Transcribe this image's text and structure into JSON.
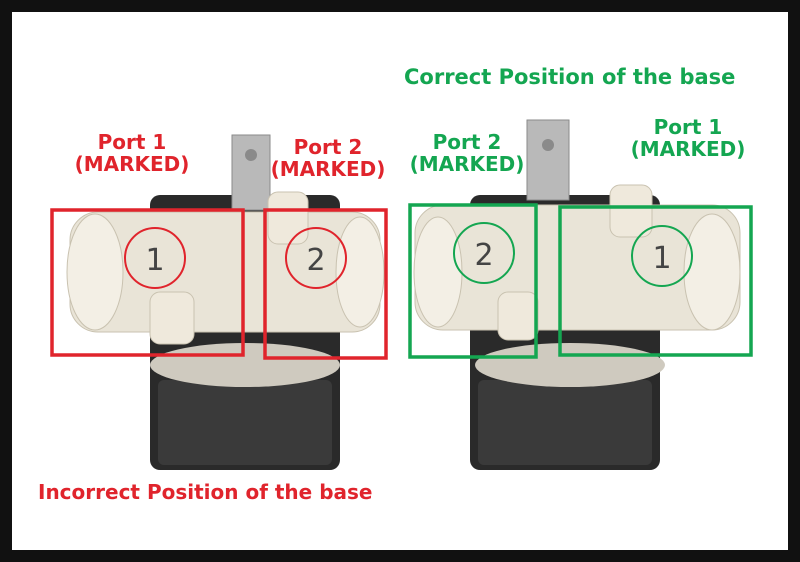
{
  "colors": {
    "incorrect": "#e0242c",
    "correct": "#14a651",
    "frame": "#111111",
    "housing": "#e9e4d7",
    "coil": "#2a2a2a",
    "terminal": "#b9b9b9"
  },
  "left_panel": {
    "caption": "Incorrect Position of the base",
    "port_a": {
      "title": "Port 1",
      "subtitle": "(MARKED)"
    },
    "port_b": {
      "title": "Port 2",
      "subtitle": "(MARKED)"
    },
    "marker_a": "1",
    "marker_b": "2"
  },
  "right_panel": {
    "caption": "Correct Position of the base",
    "port_a": {
      "title": "Port 2",
      "subtitle": "(MARKED)"
    },
    "port_b": {
      "title": "Port 1",
      "subtitle": "(MARKED)"
    },
    "marker_a": "2",
    "marker_b": "1"
  }
}
